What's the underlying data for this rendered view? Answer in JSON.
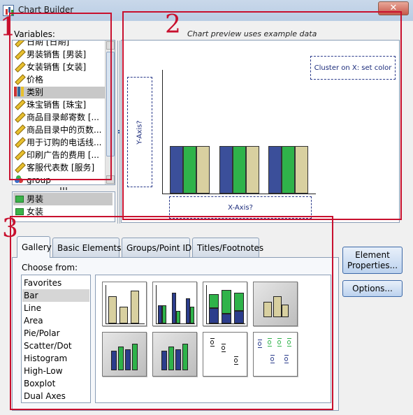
{
  "window": {
    "title": "Chart Builder",
    "close_glyph": "✕"
  },
  "variables": {
    "label": "Variables:",
    "items": [
      {
        "label": "日期 [日期]",
        "icon": "ruler-icon",
        "selected": false
      },
      {
        "label": "男装销售 [男装]",
        "icon": "ruler-icon",
        "selected": false
      },
      {
        "label": "女装销售 [女装]",
        "icon": "ruler-icon",
        "selected": false
      },
      {
        "label": "价格",
        "icon": "ruler-icon",
        "selected": false
      },
      {
        "label": "类别",
        "icon": "bar-chart-icon",
        "selected": true
      },
      {
        "label": "珠宝销售 [珠宝]",
        "icon": "ruler-icon",
        "selected": false
      },
      {
        "label": "商品目录邮寄数 [...",
        "icon": "ruler-icon",
        "selected": false
      },
      {
        "label": "商品目录中的页数...",
        "icon": "ruler-icon",
        "selected": false
      },
      {
        "label": "用于订购的电话线...",
        "icon": "ruler-icon",
        "selected": false
      },
      {
        "label": "印刷广告的费用 [...",
        "icon": "ruler-icon",
        "selected": false
      },
      {
        "label": "客服代表数 [服务]",
        "icon": "ruler-icon",
        "selected": false
      },
      {
        "label": "group",
        "icon": "cluster-icon",
        "selected": false
      }
    ]
  },
  "categories": {
    "items": [
      {
        "label": "男装",
        "selected": true
      },
      {
        "label": "女装",
        "selected": false
      }
    ]
  },
  "preview": {
    "caption": "Chart preview uses example data",
    "cluster_zone": "Cluster on X: set color",
    "y_zone": "Y-Axis?",
    "x_zone": "X-Axis?",
    "series_colors": [
      "#3b4f9a",
      "#2fb34a",
      "#d8d0a0"
    ]
  },
  "tabs": [
    {
      "label": "Gallery",
      "active": true
    },
    {
      "label": "Basic Elements",
      "active": false
    },
    {
      "label": "Groups/Point ID",
      "active": false
    },
    {
      "label": "Titles/Footnotes",
      "active": false
    }
  ],
  "gallery": {
    "choose_label": "Choose from:",
    "types": [
      "Favorites",
      "Bar",
      "Line",
      "Area",
      "Pie/Polar",
      "Scatter/Dot",
      "Histogram",
      "High-Low",
      "Boxplot",
      "Dual Axes"
    ],
    "selected": "Bar",
    "thumbnails": [
      "simple-bar-icon",
      "clustered-bar-icon",
      "stacked-bar-icon",
      "3d-bar-icon",
      "3d-clustered-bar-icon",
      "3d-stacked-bar-icon",
      "simple-error-bar-icon",
      "clustered-error-bar-icon"
    ]
  },
  "buttons": {
    "element_properties": "Element Properties...",
    "options": "Options..."
  },
  "annotations": {
    "labels": [
      "1",
      "2",
      "3"
    ],
    "color": "#c8102e"
  }
}
